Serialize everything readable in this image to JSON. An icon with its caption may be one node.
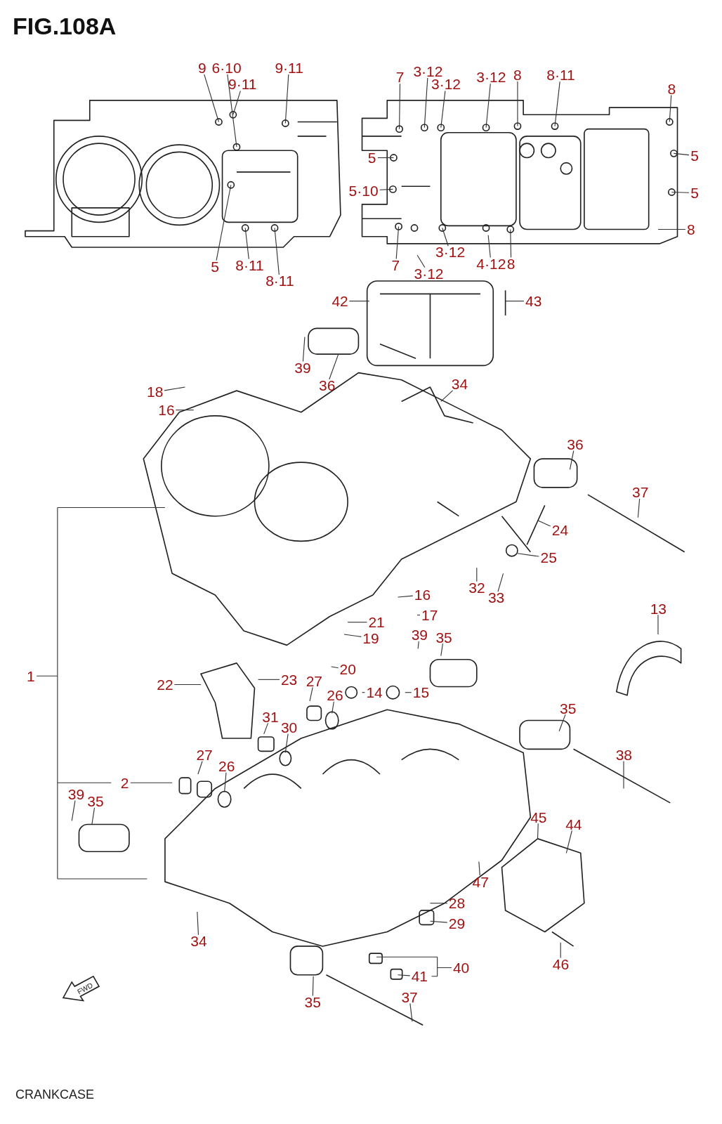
{
  "diagram": {
    "title": "FIG.108A",
    "caption": "CRANKCASE",
    "nodes": [
      {
        "text": [
          "9"
        ]
      },
      {
        "text": [
          "6·10"
        ]
      },
      {
        "text": [
          "9·11"
        ]
      },
      {
        "text": [
          "9·11"
        ]
      },
      {
        "text": [
          "5"
        ]
      },
      {
        "text": [
          "8·11"
        ]
      },
      {
        "text": [
          "8·11"
        ]
      },
      {
        "text": [
          "7"
        ]
      },
      {
        "text": [
          "3·12"
        ]
      },
      {
        "text": [
          "3·12"
        ]
      },
      {
        "text": [
          "3·12"
        ]
      },
      {
        "text": [
          "8"
        ]
      },
      {
        "text": [
          "8·11"
        ]
      },
      {
        "text": [
          "8"
        ]
      },
      {
        "text": [
          "5"
        ]
      },
      {
        "text": [
          "5"
        ]
      },
      {
        "text": [
          "5·10"
        ]
      },
      {
        "text": [
          "5"
        ]
      },
      {
        "text": [
          "8"
        ]
      },
      {
        "text": [
          "7"
        ]
      },
      {
        "text": [
          "3·12"
        ]
      },
      {
        "text": [
          "3·12"
        ]
      },
      {
        "text": [
          "4·12"
        ]
      },
      {
        "text": [
          "8"
        ]
      },
      {
        "text": [
          "42"
        ]
      },
      {
        "text": [
          "43"
        ]
      },
      {
        "text": [
          "39"
        ]
      },
      {
        "text": [
          "36"
        ]
      },
      {
        "text": [
          "34"
        ]
      },
      {
        "text": [
          "18"
        ]
      },
      {
        "text": [
          "16"
        ]
      },
      {
        "text": [
          "36"
        ]
      },
      {
        "text": [
          "37"
        ]
      },
      {
        "text": [
          "24"
        ]
      },
      {
        "text": [
          "25"
        ]
      },
      {
        "text": [
          "32"
        ]
      },
      {
        "text": [
          "33"
        ]
      },
      {
        "text": [
          "16"
        ]
      },
      {
        "text": [
          "17"
        ]
      },
      {
        "text": [
          "21"
        ]
      },
      {
        "text": [
          "19"
        ]
      },
      {
        "text": [
          "13"
        ]
      },
      {
        "text": [
          "39"
        ]
      },
      {
        "text": [
          "35"
        ]
      },
      {
        "text": [
          "20"
        ]
      },
      {
        "text": [
          "1"
        ]
      },
      {
        "text": [
          "22"
        ]
      },
      {
        "text": [
          "23"
        ]
      },
      {
        "text": [
          "27"
        ]
      },
      {
        "text": [
          "26"
        ]
      },
      {
        "text": [
          "14"
        ]
      },
      {
        "text": [
          "15"
        ]
      },
      {
        "text": [
          "31"
        ]
      },
      {
        "text": [
          "30"
        ]
      },
      {
        "text": [
          "35"
        ]
      },
      {
        "text": [
          "38"
        ]
      },
      {
        "text": [
          "27"
        ]
      },
      {
        "text": [
          "26"
        ]
      },
      {
        "text": [
          "2"
        ]
      },
      {
        "text": [
          "39"
        ]
      },
      {
        "text": [
          "35"
        ]
      },
      {
        "text": [
          "45"
        ]
      },
      {
        "text": [
          "44"
        ]
      },
      {
        "text": [
          "47"
        ]
      },
      {
        "text": [
          "28"
        ]
      },
      {
        "text": [
          "29"
        ]
      },
      {
        "text": [
          "34"
        ]
      },
      {
        "text": [
          "40"
        ]
      },
      {
        "text": [
          "41"
        ]
      },
      {
        "text": [
          "46"
        ]
      },
      {
        "text": [
          "37"
        ]
      },
      {
        "text": [
          "35"
        ]
      }
    ],
    "edges": [
      {
        "from": 0,
        "to": null,
        "arrow": "none"
      },
      {
        "from": 1,
        "to": null,
        "arrow": "none"
      },
      {
        "from": 2,
        "to": null,
        "arrow": "none"
      },
      {
        "from": 3,
        "to": null,
        "arrow": "none"
      },
      {
        "from": 4,
        "to": null,
        "arrow": "none"
      },
      {
        "from": 5,
        "to": null,
        "arrow": "none"
      },
      {
        "from": 6,
        "to": null,
        "arrow": "none"
      },
      {
        "from": 7,
        "to": null,
        "arrow": "none"
      },
      {
        "from": 8,
        "to": null,
        "arrow": "none"
      },
      {
        "from": 9,
        "to": null,
        "arrow": "none"
      },
      {
        "from": 10,
        "to": null,
        "arrow": "none"
      },
      {
        "from": 11,
        "to": null,
        "arrow": "none"
      },
      {
        "from": 12,
        "to": null,
        "arrow": "none"
      },
      {
        "from": 13,
        "to": null,
        "arrow": "none"
      },
      {
        "from": 14,
        "to": null,
        "arrow": "none"
      },
      {
        "from": 15,
        "to": null,
        "arrow": "none"
      },
      {
        "from": 16,
        "to": null,
        "arrow": "none"
      },
      {
        "from": 17,
        "to": null,
        "arrow": "none"
      },
      {
        "from": 18,
        "to": null,
        "arrow": "none"
      },
      {
        "from": 19,
        "to": null,
        "arrow": "none"
      },
      {
        "from": 20,
        "to": null,
        "arrow": "none"
      },
      {
        "from": 21,
        "to": null,
        "arrow": "none"
      },
      {
        "from": 22,
        "to": null,
        "arrow": "none"
      },
      {
        "from": 23,
        "to": null,
        "arrow": "none"
      },
      {
        "from": 24,
        "to": null,
        "arrow": "none"
      },
      {
        "from": 25,
        "to": null,
        "arrow": "none"
      },
      {
        "from": 26,
        "to": null,
        "arrow": "none"
      },
      {
        "from": 27,
        "to": null,
        "arrow": "none"
      },
      {
        "from": 28,
        "to": null,
        "arrow": "none"
      },
      {
        "from": 29,
        "to": null,
        "arrow": "none"
      },
      {
        "from": 30,
        "to": null,
        "arrow": "none"
      },
      {
        "from": 31,
        "to": null,
        "arrow": "none"
      },
      {
        "from": 32,
        "to": null,
        "arrow": "none"
      },
      {
        "from": 33,
        "to": null,
        "arrow": "none"
      },
      {
        "from": 34,
        "to": null,
        "arrow": "none"
      },
      {
        "from": 35,
        "to": null,
        "arrow": "none"
      },
      {
        "from": 36,
        "to": null,
        "arrow": "none"
      },
      {
        "from": 37,
        "to": null,
        "arrow": "none"
      },
      {
        "from": 38,
        "to": null,
        "arrow": "none"
      },
      {
        "from": 39,
        "to": null,
        "arrow": "none"
      },
      {
        "from": 40,
        "to": null,
        "arrow": "none"
      },
      {
        "from": 41,
        "to": null,
        "arrow": "none"
      },
      {
        "from": 42,
        "to": null,
        "arrow": "none"
      },
      {
        "from": 43,
        "to": null,
        "arrow": "none"
      },
      {
        "from": 44,
        "to": null,
        "arrow": "none"
      },
      {
        "from": 45,
        "to": null,
        "arrow": "none"
      },
      {
        "from": 46,
        "to": null,
        "arrow": "none"
      },
      {
        "from": 47,
        "to": null,
        "arrow": "none"
      },
      {
        "from": 48,
        "to": null,
        "arrow": "none"
      },
      {
        "from": 49,
        "to": null,
        "arrow": "none"
      },
      {
        "from": 50,
        "to": null,
        "arrow": "none"
      },
      {
        "from": 51,
        "to": null,
        "arrow": "none"
      },
      {
        "from": 52,
        "to": null,
        "arrow": "none"
      },
      {
        "from": 53,
        "to": null,
        "arrow": "none"
      },
      {
        "from": 54,
        "to": null,
        "arrow": "none"
      },
      {
        "from": 55,
        "to": null,
        "arrow": "none"
      },
      {
        "from": 56,
        "to": null,
        "arrow": "none"
      },
      {
        "from": 57,
        "to": null,
        "arrow": "none"
      },
      {
        "from": 58,
        "to": null,
        "arrow": "none"
      },
      {
        "from": 59,
        "to": null,
        "arrow": "none"
      },
      {
        "from": 60,
        "to": null,
        "arrow": "none"
      },
      {
        "from": 61,
        "to": null,
        "arrow": "none"
      },
      {
        "from": 62,
        "to": null,
        "arrow": "none"
      },
      {
        "from": 63,
        "to": null,
        "arrow": "none"
      },
      {
        "from": 64,
        "to": null,
        "arrow": "none"
      },
      {
        "from": 65,
        "to": null,
        "arrow": "none"
      },
      {
        "from": 66,
        "to": null,
        "arrow": "none"
      },
      {
        "from": 67,
        "to": null,
        "arrow": "none"
      },
      {
        "from": 68,
        "to": null,
        "arrow": "none"
      },
      {
        "from": 69,
        "to": null,
        "arrow": "none"
      },
      {
        "from": 70,
        "to": null,
        "arrow": "none"
      },
      {
        "from": 71,
        "to": null,
        "arrow": "none"
      }
    ],
    "labels": [
      "FWD"
    ]
  }
}
